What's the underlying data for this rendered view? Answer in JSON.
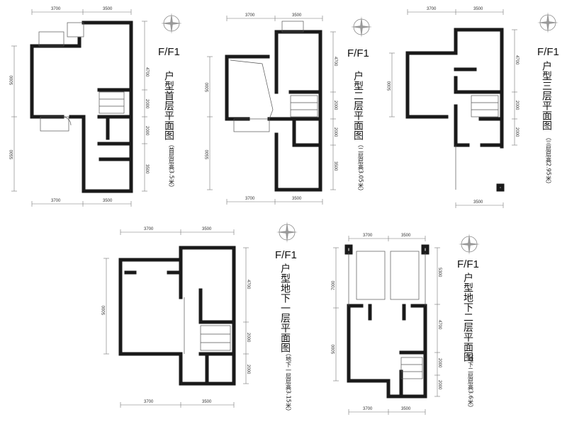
{
  "plans": [
    {
      "id": "first-floor",
      "type_label": "F/F1",
      "title": "户型首层平面图",
      "subtitle": "（首层层高3.5米）",
      "dims_top": [
        "3700",
        "3500"
      ],
      "dims_bottom": [
        "3700",
        "3500"
      ],
      "dims_left": [
        "5000",
        "5500"
      ],
      "dims_right": [
        "4700",
        "2000",
        "2000",
        "3500"
      ]
    },
    {
      "id": "second-floor",
      "type_label": "F/F1",
      "title": "户型二层平面图",
      "subtitle": "（二层层高3.05米）",
      "dims_top": [
        "3700",
        "3500"
      ],
      "dims_bottom": [
        "3700",
        "3500"
      ],
      "dims_left": [
        "5000",
        "5500"
      ],
      "dims_right": [
        "4700",
        "2000",
        "2000",
        "3500"
      ]
    },
    {
      "id": "third-floor",
      "type_label": "F/F1",
      "title": "户型三层平面图",
      "subtitle": "（三层层高2.95米）",
      "dims_top": [
        "3700",
        "3500"
      ],
      "dims_bottom": [
        "3500"
      ],
      "dims_left": [
        "5000"
      ],
      "dims_right": [
        "4700",
        "2000",
        "2000"
      ]
    },
    {
      "id": "basement-1",
      "type_label": "F/F1",
      "title": "户型地下一层平面图",
      "subtitle": "（地下一层层高3.15米）",
      "dims_top": [
        "3700",
        "3500"
      ],
      "dims_bottom": [
        "3700",
        "3500"
      ],
      "dims_left": [
        "5000"
      ],
      "dims_right": [
        "4700",
        "2000",
        "2000"
      ]
    },
    {
      "id": "basement-2",
      "type_label": "F/F1",
      "title": "户型地下二层平面图",
      "subtitle": "（地下二层层高3.6米）",
      "dims_top": [
        "3700",
        "3500"
      ],
      "dims_bottom": [
        "3700",
        "3500"
      ],
      "dims_left": [
        "7000",
        "5000"
      ],
      "dims_right": [
        "5300",
        "4700",
        "2000",
        "2000"
      ]
    }
  ],
  "colors": {
    "wall": "#1a1a1a",
    "line": "#777777"
  },
  "icons": [
    "compass-rose-icon"
  ]
}
